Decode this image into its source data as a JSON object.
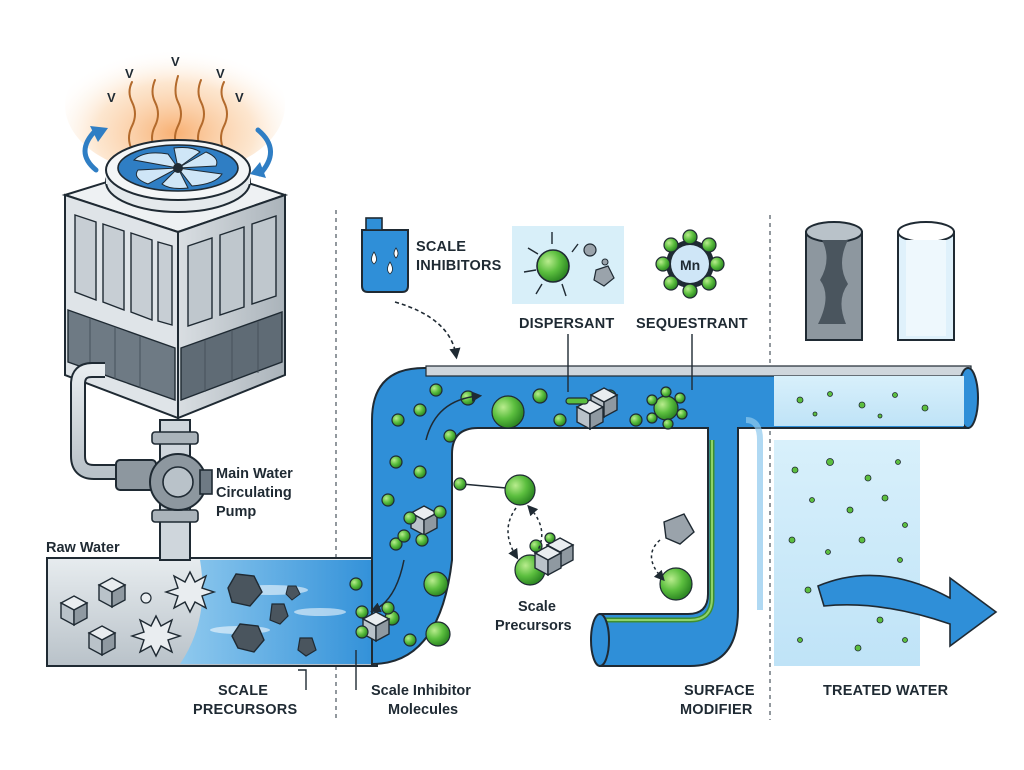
{
  "labels": {
    "raw_water": "Raw Water",
    "pump_line1": "Main Water",
    "pump_line2": "Circulating",
    "pump_line3": "Pump",
    "scale_precursors_caps_line1": "SCALE",
    "scale_precursors_caps_line2": "PRECURSORS",
    "inhibitor_molecules_line1": "Scale Inhibitor",
    "inhibitor_molecules_line2": "Molecules",
    "scale_inhibitors_line1": "SCALE",
    "scale_inhibitors_line2": "INHIBITORS",
    "dispersant": "DISPERSANT",
    "sequestrant": "SEQUESTRANT",
    "ion_symbol": "Mn",
    "scale_precursors_mid_line1": "Scale",
    "scale_precursors_mid_line2": "Precursors",
    "surface_modifier_line1": "SURFACE",
    "surface_modifier_line2": "MODIFIER",
    "treated_water": "TREATED WATER",
    "vapor_mark": "V"
  },
  "colors": {
    "water": "#2f8fd8",
    "water_light": "#bfe3f7",
    "pipe_outline": "#1f2a33",
    "pipe_gray": "#cfd6dc",
    "molecule_green": "#5cbf3f",
    "crystal_gray": "#9aa3ab",
    "heat_orange": "#f29a4a"
  }
}
